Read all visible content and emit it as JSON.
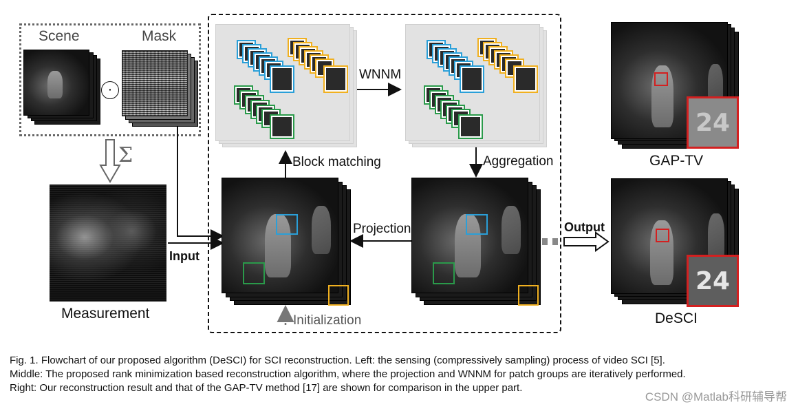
{
  "labels": {
    "scene": "Scene",
    "mask": "Mask",
    "odot": "⊙",
    "sigma": "Σ",
    "measurement": "Measurement",
    "input": "Input",
    "block_matching": "Block matching",
    "wnnm": "WNNM",
    "aggregation": "Aggregation",
    "projection": "Projection",
    "initialization": "Initialization",
    "output": "Output",
    "gap_tv": "GAP-TV",
    "desci": "DeSCI",
    "jersey_number": "24"
  },
  "colors": {
    "blue_patch": "#2a9fd8",
    "orange_patch": "#f0b020",
    "green_patch": "#2a9a4a",
    "zoom_red": "#d32020",
    "dashed_box": "#111111"
  },
  "caption": {
    "line1": "Fig. 1.  Flowchart of our proposed algorithm (DeSCI) for SCI reconstruction. Left: the sensing (compressively sampling) process of video SCI [5].",
    "line2": "Middle: The proposed rank minimization based reconstruction algorithm, where the projection and WNNM for patch groups are iteratively performed.",
    "line3": "Right: Our reconstruction result and that of the GAP-TV method [17] are shown for comparison in the upper part."
  },
  "watermark": "CSDN @Matlab科研辅导帮"
}
